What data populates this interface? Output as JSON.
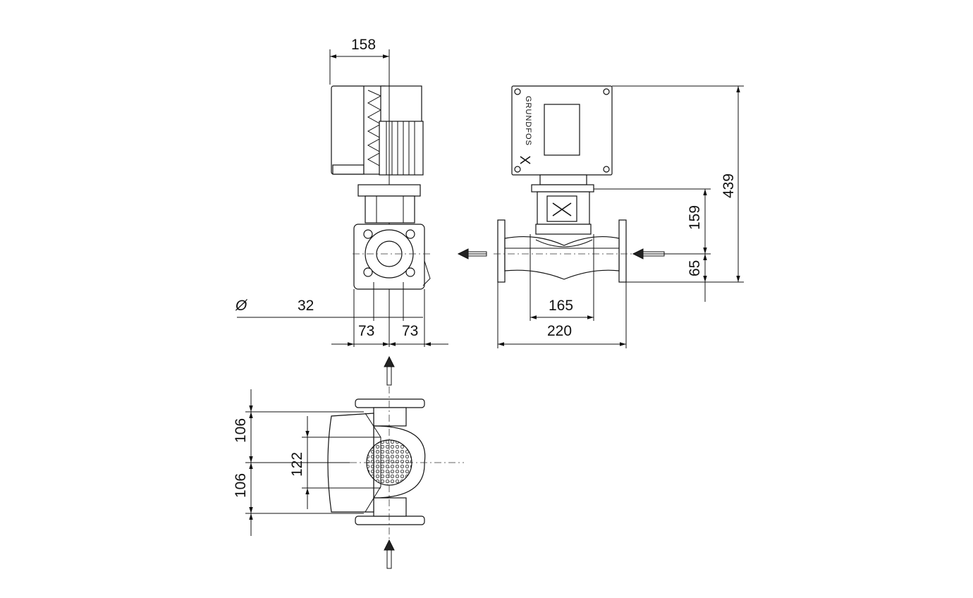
{
  "dimensions": {
    "top_width": "158",
    "diameter_symbol": "Ø",
    "connection_dn": "32",
    "left_half": "73",
    "right_half": "73",
    "port_to_port": "220",
    "base_width": "165",
    "total_height": "439",
    "motor_axis_height": "159",
    "axis_to_base": "65",
    "plan_upper": "106",
    "plan_lower": "106",
    "plan_head": "122"
  },
  "logo": {
    "brand_text": "GRUNDFOS"
  },
  "colors": {
    "line": "#111111",
    "background": "#ffffff",
    "shade": "#e8e8e8"
  }
}
